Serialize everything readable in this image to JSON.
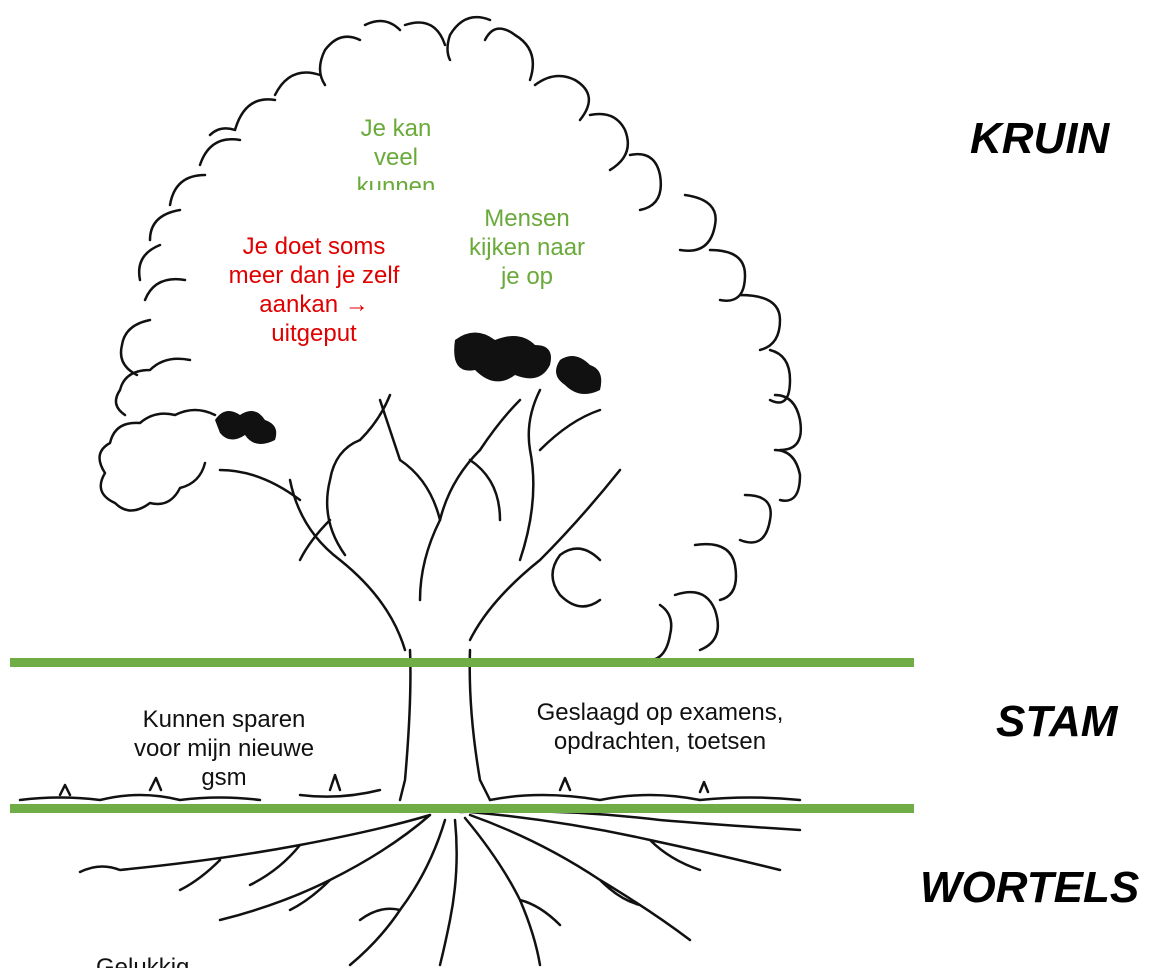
{
  "sections": {
    "crown": "KRUIN",
    "trunk": "STAM",
    "roots": "WORTELS"
  },
  "notes": {
    "veel": [
      "Je kan",
      "veel",
      "kunnen"
    ],
    "kijken": [
      "Mensen",
      "kijken naar",
      "je op"
    ],
    "aankan": [
      "Je doet soms",
      "meer dan je zelf",
      "aankan →",
      "uitgeput"
    ],
    "sparen": [
      "Kunnen sparen",
      "voor mijn nieuwe",
      "gsm"
    ],
    "geslaagd": [
      "Geslaagd op examens,",
      "opdrachten, toetsen"
    ],
    "roots_bottom": "Gelukkig"
  },
  "colors": {
    "positive": "#6aaa3a",
    "negative": "#e00000",
    "divider": "#70ad47"
  }
}
